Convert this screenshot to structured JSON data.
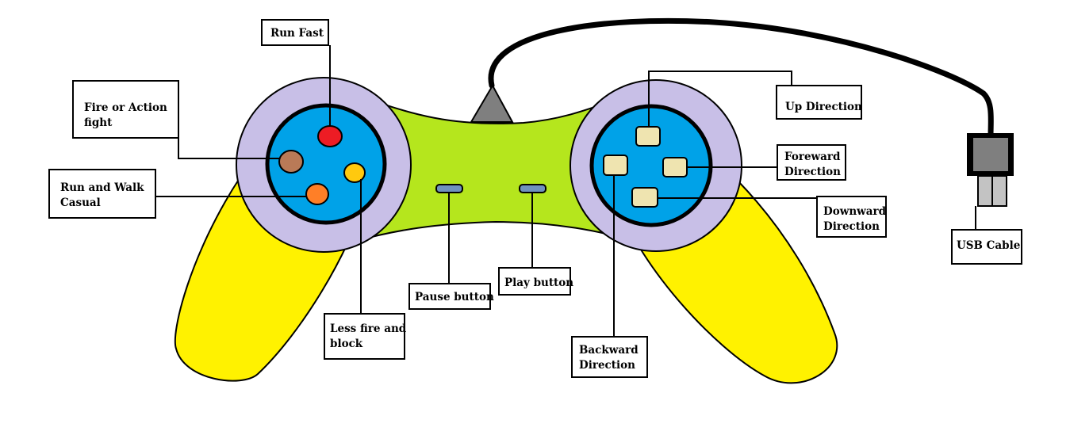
{
  "labels": {
    "run_fast": "Run Fast",
    "fire_action": [
      "Fire or Action",
      "fight"
    ],
    "run_walk": [
      "Run and Walk",
      "Casual"
    ],
    "less_fire": [
      "Less fire and",
      "block"
    ],
    "pause": "Pause button",
    "play": "Play button",
    "backward": [
      "Backward",
      "Direction"
    ],
    "up": "Up Direction",
    "foreward": [
      "Foreward",
      "Direction"
    ],
    "downward": [
      "Downward",
      "Direction"
    ],
    "usb": "USB Cable"
  },
  "icons": {
    "gamepad": "gamepad-icon",
    "usb_plug": "usb-plug-icon"
  },
  "colors": {
    "grip": "#fff200",
    "body": "#b5e61d",
    "ring": "#c8bfe7",
    "pad": "#00a2e8",
    "button_red": "#ed1c24",
    "button_brown": "#b97a57",
    "button_yellow": "#ffc90e",
    "button_orange": "#ff7f27",
    "dpad_key": "#efe4b0",
    "menu_button": "#7092be",
    "connector": "#7f7f7f",
    "plug": "#c3c3c3",
    "outline": "#000000"
  }
}
